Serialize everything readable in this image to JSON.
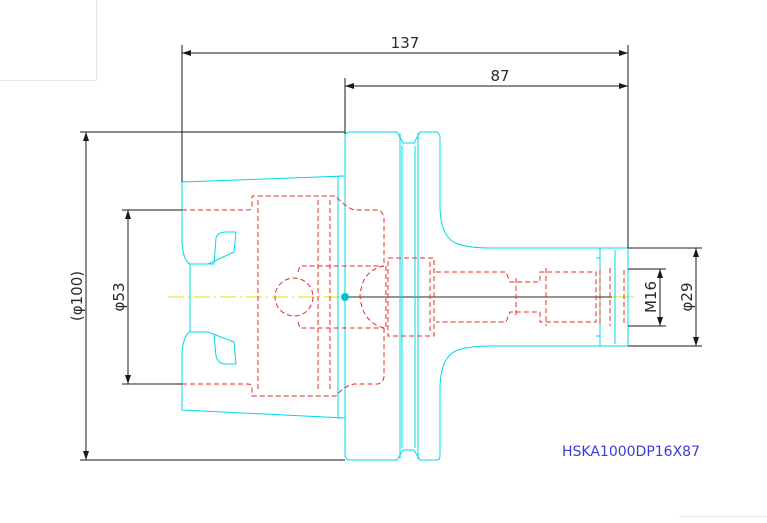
{
  "drawing": {
    "part_number": "HSKA1000DP16X87",
    "dimensions": {
      "overall_length": "137",
      "body_length": "87",
      "flange_diameter": "(φ100)",
      "taper_diameter": "φ53",
      "thread": "M16",
      "shank_diameter": "φ29"
    }
  },
  "colors": {
    "outline": "#00d8e8",
    "hidden": "#e0302a",
    "centerline": "#e8e000",
    "dimension": "#1a1a1a",
    "label": "#3b3bd6"
  }
}
